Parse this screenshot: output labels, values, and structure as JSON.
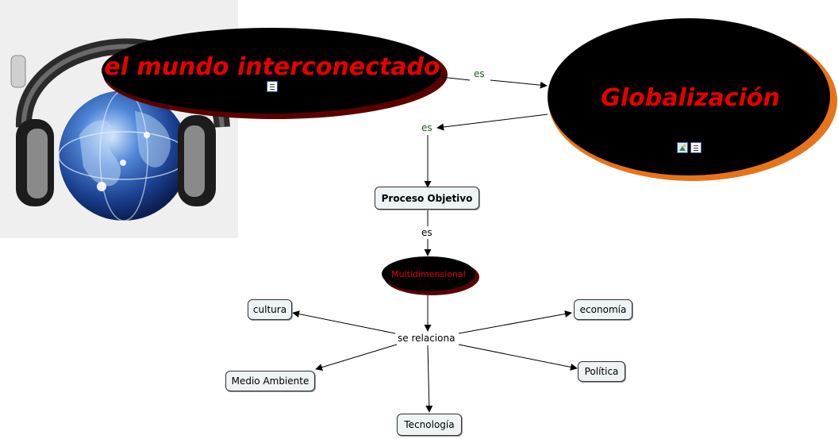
{
  "nodes": {
    "mundo": "el mundo interconectado",
    "globalizacion": "Globalización",
    "proceso": "Proceso Objetivo",
    "multidimensional": "Multidimensional",
    "cultura": "cultura",
    "economia": "economía",
    "medio_ambiente": "Medio Ambiente",
    "politica": "Política",
    "tecnologia": "Tecnología"
  },
  "links": {
    "es_1": "es",
    "es_2": "es",
    "es_3": "es",
    "se_relaciona": "se relaciona"
  },
  "icons": {
    "mundo": [
      "document-icon"
    ],
    "globalizacion": [
      "image-icon",
      "document-icon"
    ],
    "header_image": "headphones-globe-image"
  },
  "colors": {
    "ellipse_fill": "#000000",
    "title_text": "#e60000",
    "shadow_dark_red": "#5a0000",
    "shadow_orange": "#e8731a",
    "node_fill": "#eef3f5",
    "link_text_green": "#1f5a1f"
  }
}
